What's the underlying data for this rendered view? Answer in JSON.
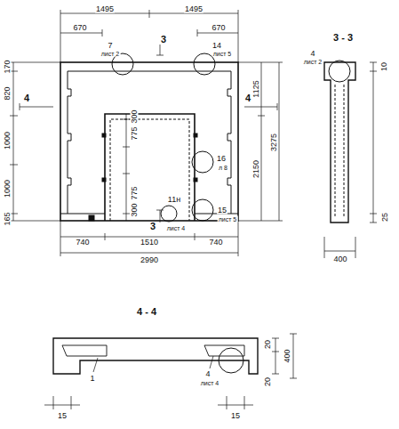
{
  "diagram": {
    "labels": [
      "1495",
      "1495",
      "670",
      "670",
      "3",
      "7",
      "лист 2",
      "14",
      "лист 5",
      "170",
      "820",
      "1000",
      "1000",
      "165",
      "1125",
      "2150",
      "3275",
      "300",
      "775",
      "775",
      "300",
      "16",
      "л 8",
      "11н",
      "лист 4",
      "15",
      "лист 5",
      "4",
      "4",
      "3",
      "740",
      "1510",
      "740",
      "2990",
      "3 - 3",
      "4",
      "лист 2",
      "10",
      "25",
      "400",
      "4 - 4",
      "20",
      "400",
      "20",
      "1",
      "4",
      "лист 4",
      "15",
      "15"
    ]
  }
}
